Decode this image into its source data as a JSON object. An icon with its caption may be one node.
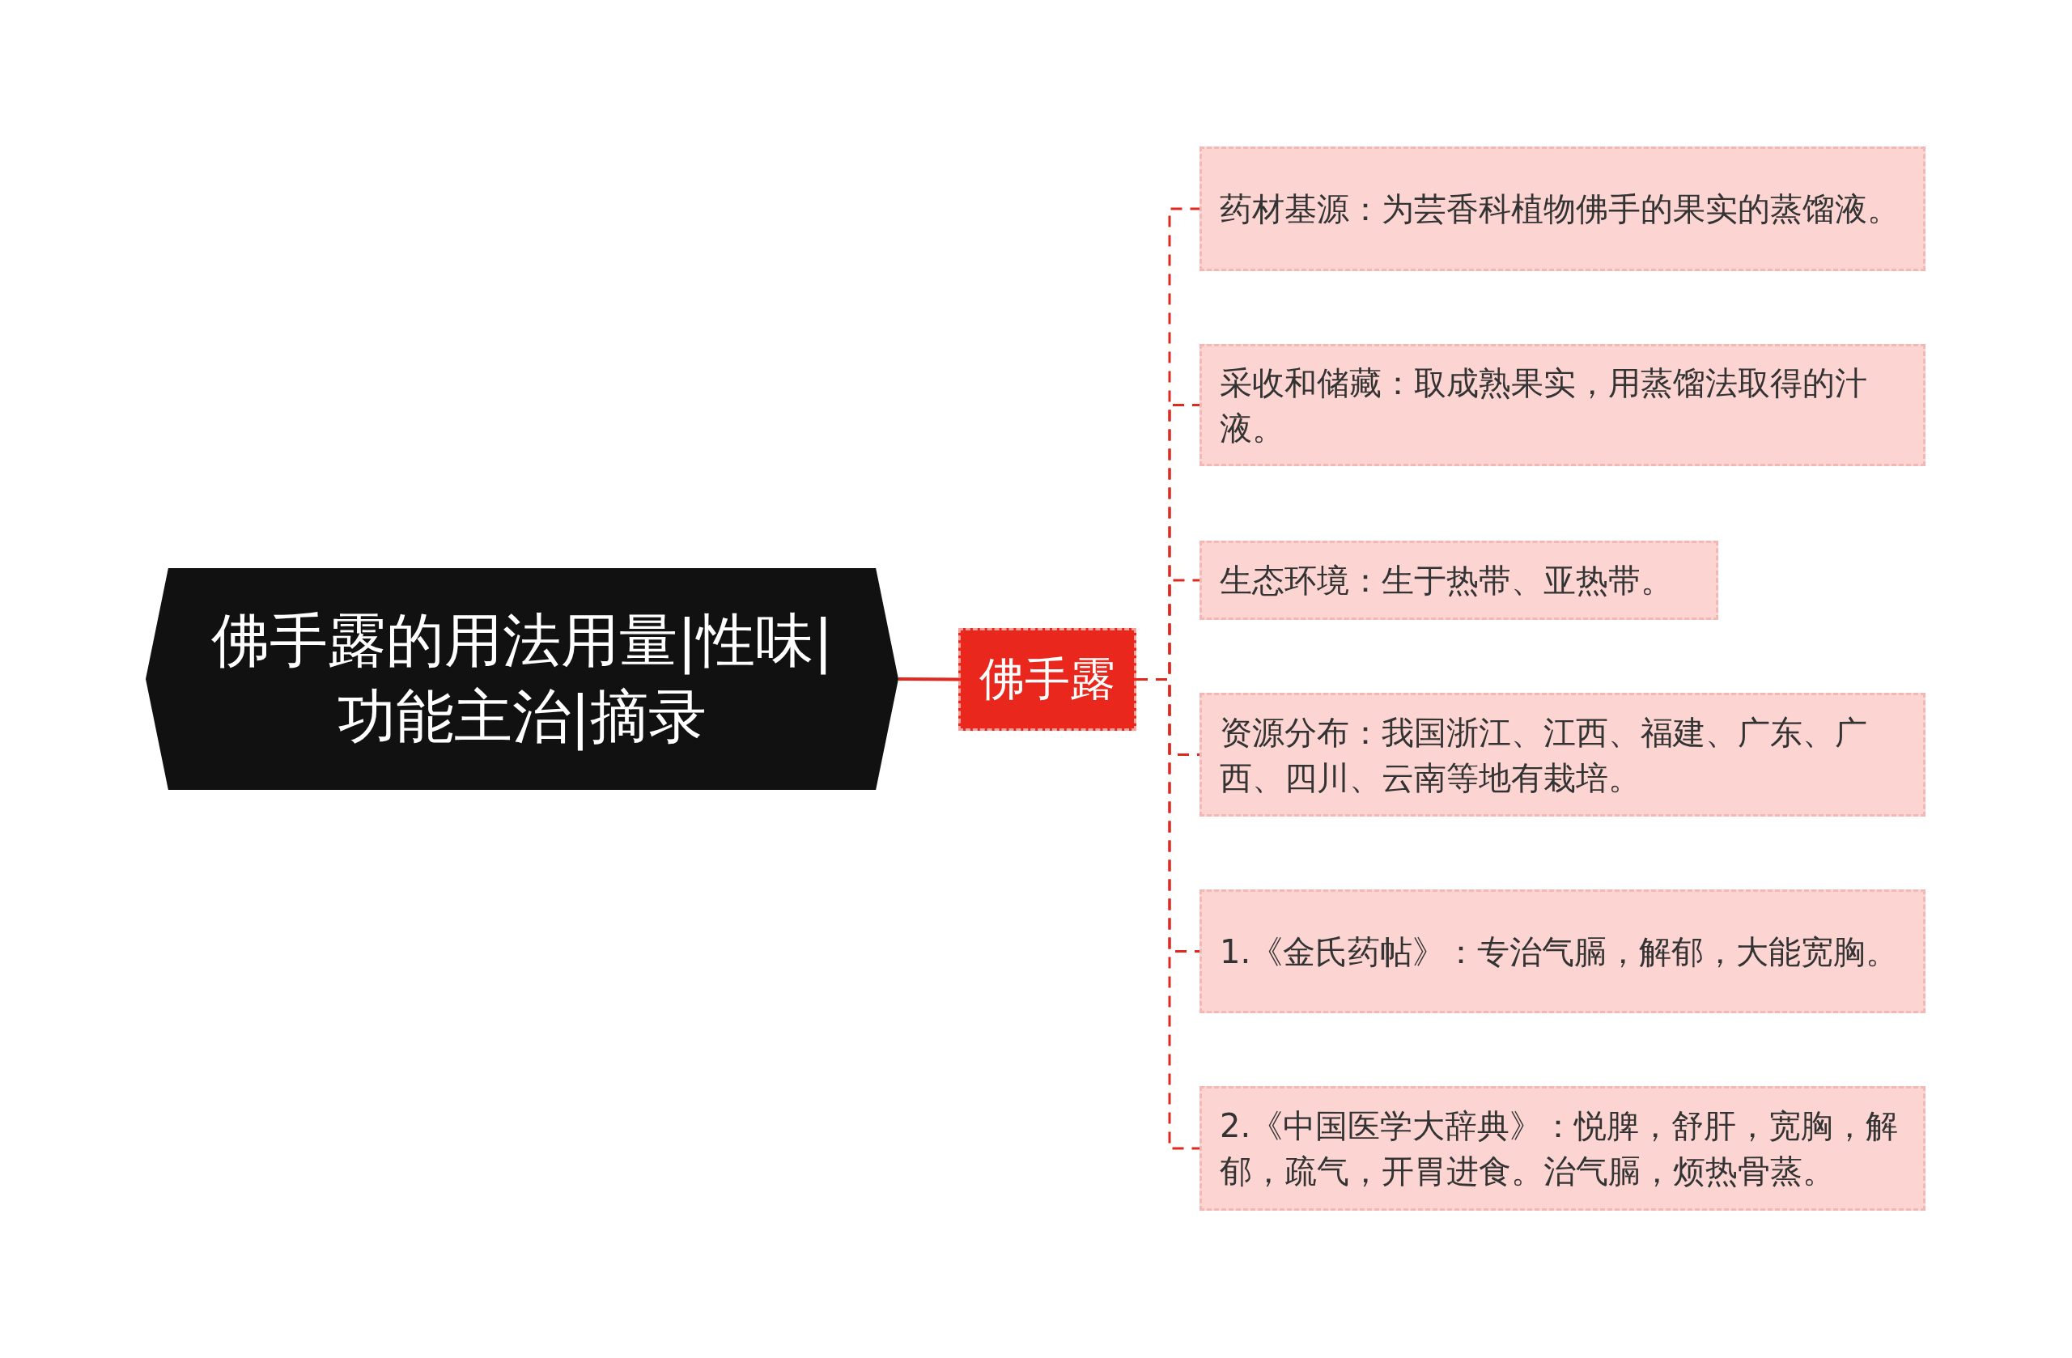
{
  "diagram": {
    "nodes": [
      {
        "text": [
          "佛手露的用法用量|性味|功能主治|摘录"
        ]
      },
      {
        "text": [
          "佛手露"
        ]
      },
      {
        "text": [
          "药材基源：为芸香科植物佛手的果实的蒸馏液。"
        ]
      },
      {
        "text": [
          "采收和储藏：取成熟果实，用蒸馏法取得的汁液。"
        ]
      },
      {
        "text": [
          "生态环境：生于热带、亚热带。"
        ]
      },
      {
        "text": [
          "资源分布：我国浙江、江西、福建、广东、广西、四川、云南等地有栽培。"
        ]
      },
      {
        "text": [
          "1.《金氏药帖》：专治气膈，解郁，大能宽胸。"
        ]
      },
      {
        "text": [
          "2.《中国医学大辞典》：悦脾，舒肝，宽胸，解郁，疏气，开胃进食。治气膈，烦热骨蒸。"
        ]
      }
    ],
    "edges": [
      {
        "from": 0,
        "to": 1,
        "arrow": "none"
      },
      {
        "from": 1,
        "to": 2,
        "arrow": "none",
        "style": "dashed"
      },
      {
        "from": 1,
        "to": 3,
        "arrow": "none",
        "style": "dashed"
      },
      {
        "from": 1,
        "to": 4,
        "arrow": "none",
        "style": "dashed"
      },
      {
        "from": 1,
        "to": 5,
        "arrow": "none",
        "style": "dashed"
      },
      {
        "from": 1,
        "to": 6,
        "arrow": "none",
        "style": "dashed"
      },
      {
        "from": 1,
        "to": 7,
        "arrow": "none",
        "style": "dashed"
      }
    ]
  }
}
